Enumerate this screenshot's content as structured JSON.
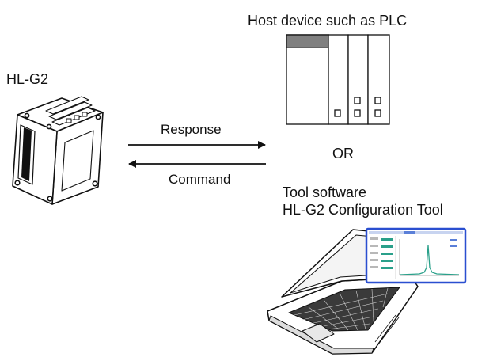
{
  "labels": {
    "sensor": "HL-G2",
    "host": "Host device such as PLC",
    "response": "Response",
    "command": "Command",
    "or": "OR",
    "tool_line1": "Tool software",
    "tool_line2": "HL-G2 Configuration Tool"
  },
  "icons": {
    "sensor": "sensor-head-icon",
    "plc": "plc-rack-icon",
    "laptop": "laptop-icon",
    "screen": "configuration-tool-screen"
  },
  "colors": {
    "line": "#111111",
    "plc_header": "#808080",
    "screen_border": "#2a4fd0",
    "spectrum": "#2aa08a"
  }
}
